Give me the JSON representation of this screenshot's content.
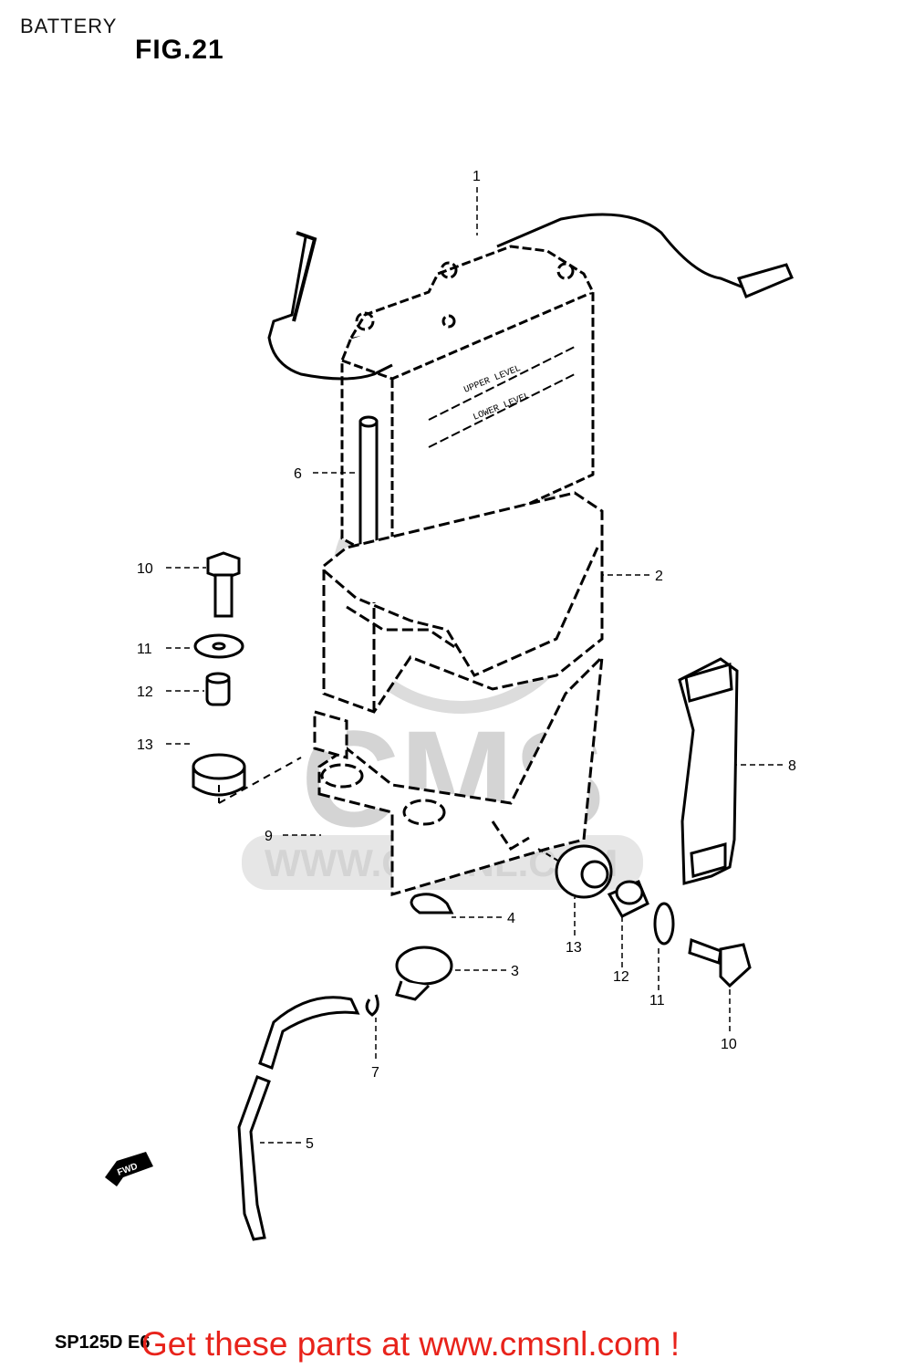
{
  "header": {
    "title": "BATTERY",
    "figure": "FIG.21"
  },
  "footer": {
    "model": "SP125D E6",
    "promo": "Get these parts at www.cmsnl.com !"
  },
  "watermark": {
    "brand": "CMS",
    "url": "WWW.CMSNL.COM"
  },
  "battery_labels": {
    "upper": "UPPER LEVEL",
    "lower": "LOWER LEVEL"
  },
  "fwd_label": "FWD",
  "callouts": [
    "1",
    "2",
    "3",
    "4",
    "5",
    "6",
    "7",
    "8",
    "9",
    "10",
    "11",
    "12",
    "13",
    "10",
    "11",
    "12",
    "13"
  ]
}
